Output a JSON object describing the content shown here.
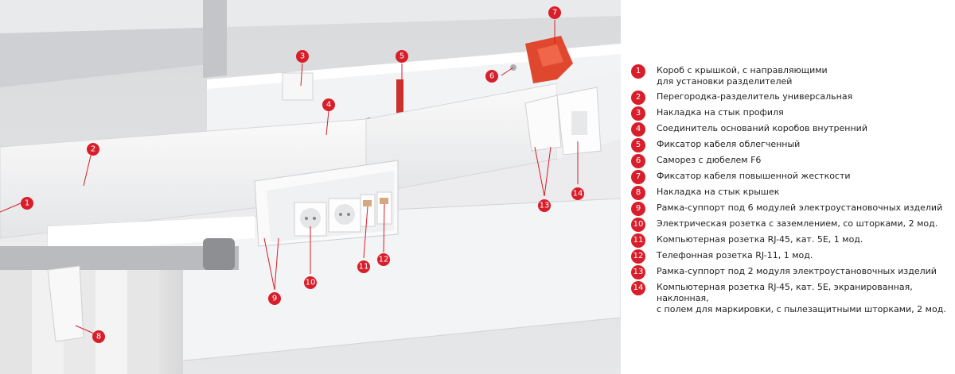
{
  "accent": "#d81e2a",
  "callouts": [
    "1",
    "2",
    "3",
    "4",
    "5",
    "6",
    "7",
    "8",
    "9",
    "10",
    "11",
    "12",
    "13",
    "14"
  ],
  "legend": [
    {
      "n": "1",
      "text": "Короб с крышкой, с направляющими\nдля установки разделителей"
    },
    {
      "n": "2",
      "text": "Перегородка-разделитель универсальная"
    },
    {
      "n": "3",
      "text": "Накладка на стык профиля"
    },
    {
      "n": "4",
      "text": "Соединитель оснований коробов внутренний"
    },
    {
      "n": "5",
      "text": "Фиксатор кабеля облегченный"
    },
    {
      "n": "6",
      "text": "Саморез с дюбелем F6"
    },
    {
      "n": "7",
      "text": "Фиксатор кабеля повышенной жесткости"
    },
    {
      "n": "8",
      "text": "Накладка на стык крышек"
    },
    {
      "n": "9",
      "text": "Рамка-суппорт под 6 модулей электроустановочных изделий"
    },
    {
      "n": "10",
      "text": "Электрическая розетка с заземлением, со шторками, 2 мод."
    },
    {
      "n": "11",
      "text": "Компьютерная розетка RJ-45, кат. 5Е, 1 мод."
    },
    {
      "n": "12",
      "text": "Телефонная розетка RJ-11, 1 мод."
    },
    {
      "n": "13",
      "text": "Рамка-суппорт под 2 модуля электроустановочных изделий"
    },
    {
      "n": "14",
      "text": "Компьютерная розетка RJ-45, кат. 5Е, экранированная, наклонная,\nс полем для маркировки, с пылезащитными шторками, 2 мод."
    }
  ]
}
